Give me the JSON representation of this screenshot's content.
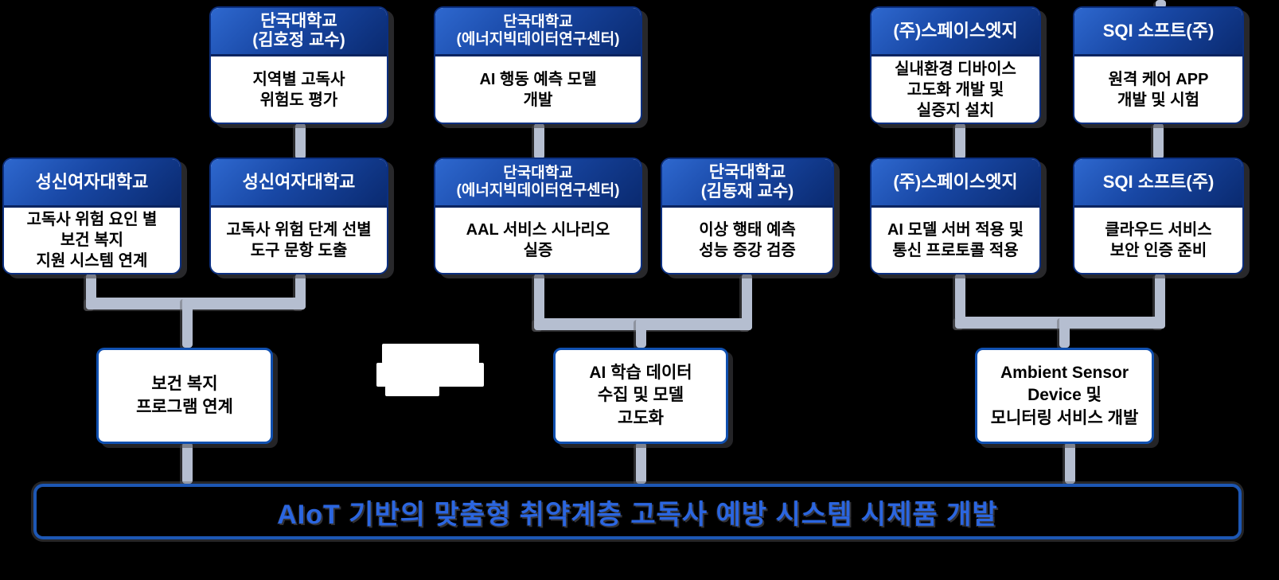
{
  "org_boxes": {
    "t1": {
      "header": "단국대학교\n(김호정 교수)",
      "body": "지역별 고독사\n위험도 평가"
    },
    "t2": {
      "header": "단국대학교\n(에너지빅데이터연구센터)",
      "body": "AI 행동 예측 모델\n개발"
    },
    "t3": {
      "header": "(주)스페이스엣지",
      "body": "실내환경 디바이스\n고도화 개발 및\n실증지 설치"
    },
    "t4": {
      "header": "SQI 소프트(주)",
      "body": "원격 케어 APP\n개발 및 시험"
    },
    "s1": {
      "header": "성신여자대학교",
      "body": "고독사 위험 요인 별\n보건 복지\n지원 시스템 연계"
    },
    "s2": {
      "header": "성신여자대학교",
      "body": "고독사 위험 단계 선별\n도구 문항 도출"
    },
    "s3": {
      "header": "단국대학교\n(에너지빅데이터연구센터)",
      "body": "AAL 서비스 시나리오\n실증"
    },
    "s4": {
      "header": "단국대학교\n(김동재 교수)",
      "body": "이상 행태 예측\n성능 증강 검증"
    },
    "s5": {
      "header": "(주)스페이스엣지",
      "body": "AI 모델 서버 적용 및\n통신 프로토콜 적용"
    },
    "s6": {
      "header": "SQI 소프트(주)",
      "body": "클라우드 서비스\n보안 인증 준비"
    }
  },
  "task_boxes": {
    "w1": {
      "body": "보건 복지\n프로그램 연계"
    },
    "w2": {
      "body": "AI 학습 데이터\n수집 및 모델\n고도화"
    },
    "w3": {
      "body": "Ambient Sensor\nDevice 및\n모니터링 서비스 개발"
    }
  },
  "banner": {
    "label": "AIoT 기반의 맞춤형 취약계층 고독사 예방 시스템 시제품 개발"
  },
  "colors": {
    "background": "#000000",
    "header_blue_light": "#2e68cf",
    "header_blue_dark": "#0a2a70",
    "box_border_navy": "#0b2f80",
    "task_border_blue": "#1050b0",
    "connector_gray": "#b5bed0",
    "banner_border_blue": "#1d57b4",
    "banner_text_blue": "#2b66e0"
  }
}
